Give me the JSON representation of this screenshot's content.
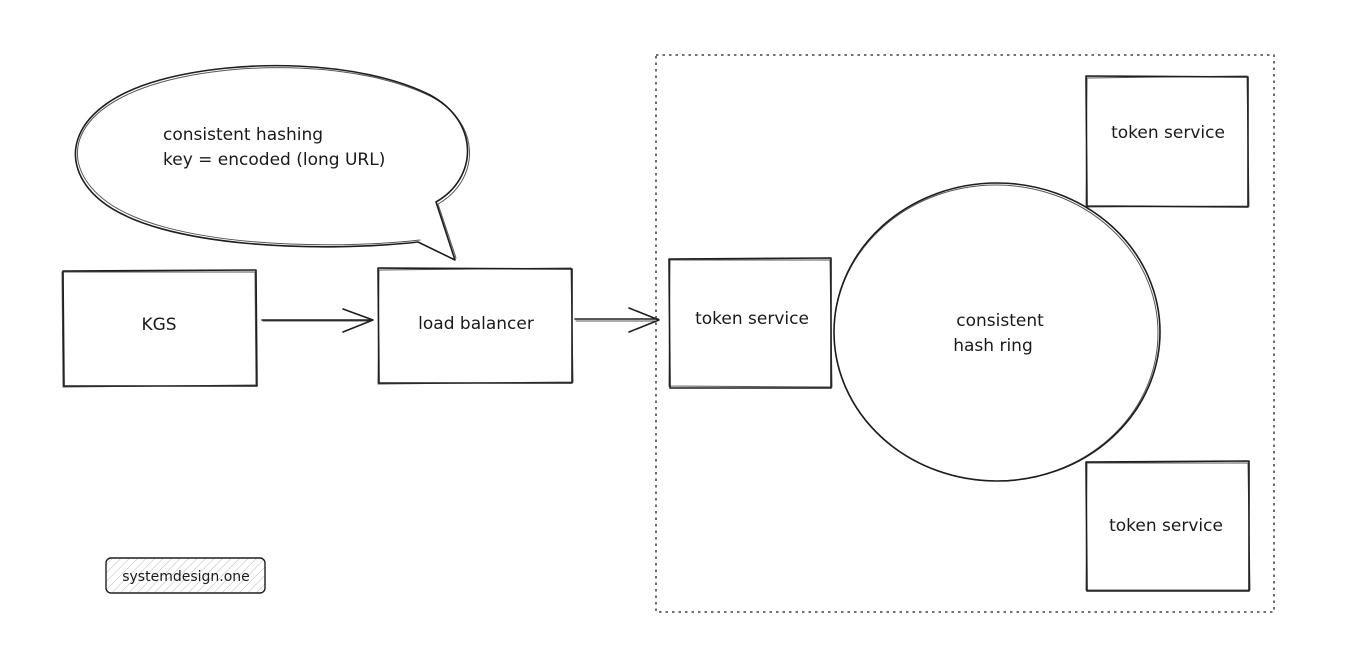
{
  "nodes": {
    "kgs": {
      "label": "KGS"
    },
    "load_balancer": {
      "label": "load balancer"
    },
    "token_service_main": {
      "label": "token service"
    },
    "hash_ring": {
      "line1": "consistent",
      "line2": "hash ring"
    },
    "token_service_top": {
      "label": "token service"
    },
    "token_service_bottom": {
      "label": "token service"
    }
  },
  "callout": {
    "line1": "consistent hashing",
    "line2": "key = encoded (long URL)"
  },
  "watermark": {
    "label": "systemdesign.one"
  },
  "colors": {
    "stroke": "#1e1e1e",
    "background": "#ffffff"
  }
}
